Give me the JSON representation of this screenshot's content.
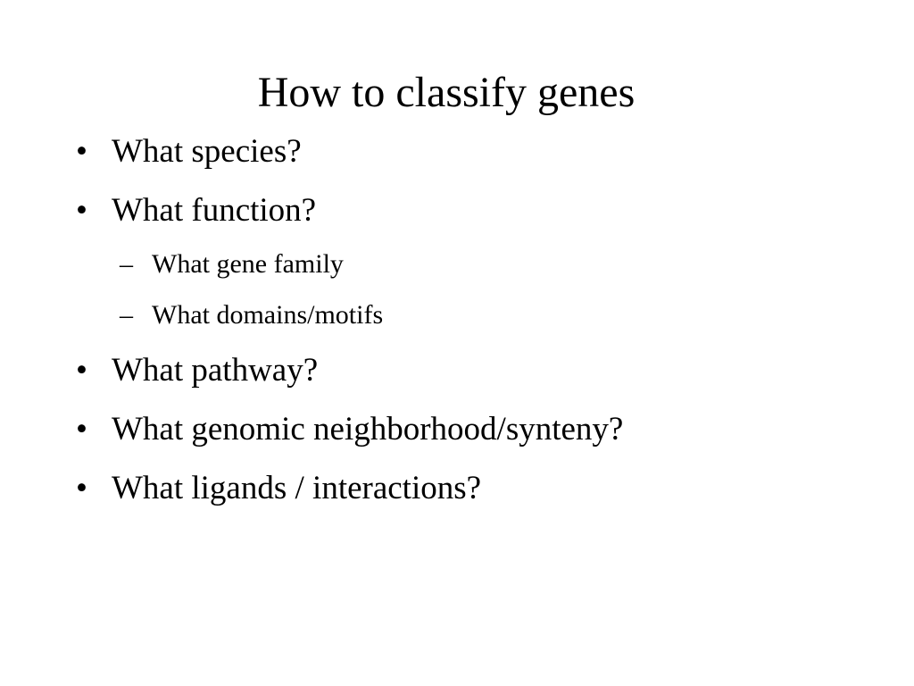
{
  "slide": {
    "title": "How to classify genes",
    "bullet_marker": "•",
    "sub_marker": "–",
    "items": [
      {
        "level": 1,
        "text": "What species?"
      },
      {
        "level": 1,
        "text": "What function?"
      },
      {
        "level": 2,
        "text": "What gene family"
      },
      {
        "level": 2,
        "text": "What domains/motifs"
      },
      {
        "level": 1,
        "text": "What pathway?"
      },
      {
        "level": 1,
        "text": "What genomic neighborhood/synteny?"
      },
      {
        "level": 1,
        "text": "What ligands / interactions?"
      }
    ]
  }
}
